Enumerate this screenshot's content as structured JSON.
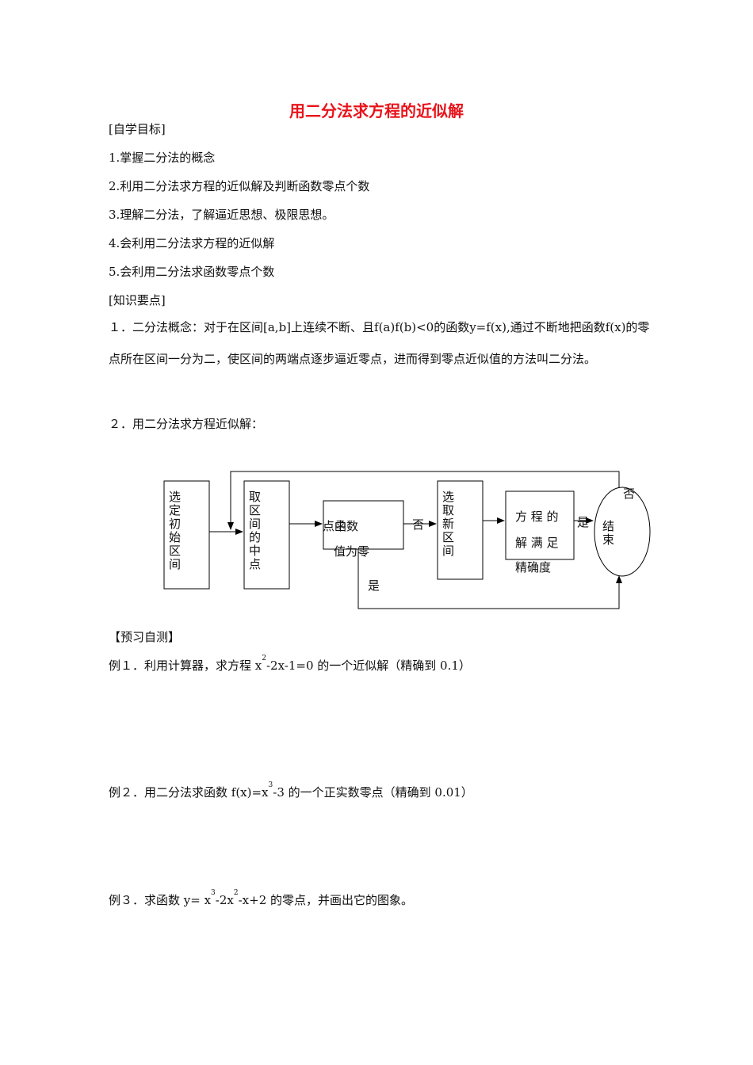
{
  "title": "用二分法求方程的近似解",
  "objectives_heading": "[自学目标]",
  "objectives": [
    "1.掌握二分法的概念",
    "2.利用二分法求方程的近似解及判断函数零点个数",
    "3.理解二分法，了解逼近思想、极限思想。",
    "4.会利用二分法求方程的近似解",
    "5.会利用二分法求函数零点个数"
  ],
  "knowledge_heading": "[知识要点]",
  "point1": "１．二分法概念：对于在区间[a,b]上连续不断、且f(a)f(b)<0的函数y=f(x),通过不断地把函数f(x)的零点所在区间一分为二，使区间的两端点逐步逼近零点，进而得到零点近似值的方法叫二分法。",
  "point2": "２．用二分法求方程近似解：",
  "flowchart": {
    "box1": "选\n定\n初\n始\n区\n间",
    "box2": "取\n区\n间\n的\n中\n点",
    "box3_line1": "点函数",
    "box3_overlap": "中",
    "box3_line2": "值为零",
    "box4": "选\n取\n新\n区\n间",
    "box5_line1": "方 程 的",
    "box5_line2": "解 满 足",
    "box5_line3": "精确度",
    "end": "结\n束",
    "label_no_1": "否",
    "label_yes_1": "是",
    "label_yes_2": "是",
    "label_no_2": "否"
  },
  "preview_heading": "【预习自测】",
  "ex1": {
    "prefix": "例１．利用计算器，求方程 x",
    "sup": "2",
    "suffix": "-2x-1=0 的一个近似解（精确到 0.1）"
  },
  "ex2": {
    "prefix": "例２．用二分法求函数 f(x)=x",
    "sup": "3",
    "suffix": "-3 的一个正实数零点（精确到 0.01）"
  },
  "ex3": {
    "prefix": "例３．求函数 y= x",
    "sup1": "3",
    "mid": "-2x",
    "sup2": "2",
    "suffix": "-x+2 的零点，并画出它的图象。"
  }
}
